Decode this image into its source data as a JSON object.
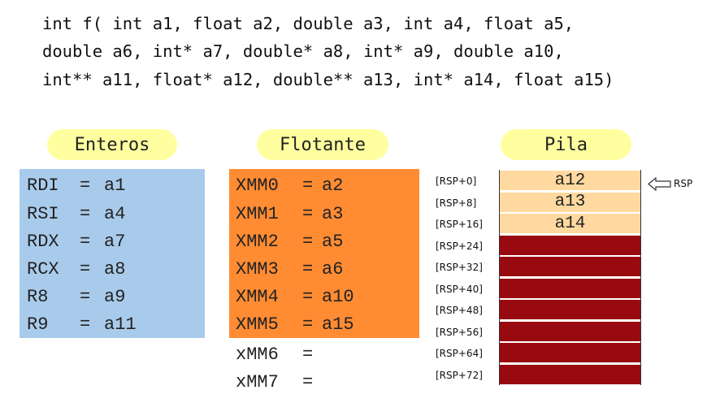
{
  "signature": {
    "lines": [
      "int f( int a1, float a2, double a3, int a4, float a5,",
      "double a6, int* a7, double* a8, int* a9, double a10,",
      "int** a11, float* a12, double** a13, int* a14, float a15)"
    ]
  },
  "headers": {
    "integers": "Enteros",
    "floats": "Flotante",
    "stack": "Pila"
  },
  "integer_registers": [
    {
      "name": "RDI",
      "value": "a1"
    },
    {
      "name": "RSI",
      "value": "a4"
    },
    {
      "name": "RDX",
      "value": "a7"
    },
    {
      "name": "RCX",
      "value": "a8"
    },
    {
      "name": "R8",
      "value": "a9"
    },
    {
      "name": "R9",
      "value": "a11"
    }
  ],
  "float_registers": [
    {
      "name": "XMM0",
      "value": "a2"
    },
    {
      "name": "XMM1",
      "value": "a3"
    },
    {
      "name": "XMM2",
      "value": "a5"
    },
    {
      "name": "XMM3",
      "value": "a6"
    },
    {
      "name": "XMM4",
      "value": "a10"
    },
    {
      "name": "XMM5",
      "value": "a15"
    },
    {
      "name": "xMM6",
      "value": ""
    },
    {
      "name": "xMM7",
      "value": ""
    }
  ],
  "equals": "=",
  "stack": {
    "offsets": [
      "[RSP+0]",
      "[RSP+8]",
      "[RSP+16]",
      "[RSP+24]",
      "[RSP+32]",
      "[RSP+40]",
      "[RSP+48]",
      "[RSP+56]",
      "[RSP+64]",
      "[RSP+72]"
    ],
    "slots": [
      "a12",
      "a13",
      "a14",
      "",
      "",
      "",
      "",
      "",
      "",
      ""
    ],
    "pointer_label": "RSP"
  },
  "colors": {
    "integer_box": "#a9cbeb",
    "float_box": "#ff8c33",
    "header_pill": "#ffffa0",
    "used_slot": "#ffd9a0",
    "free_slot": "#990a10"
  }
}
